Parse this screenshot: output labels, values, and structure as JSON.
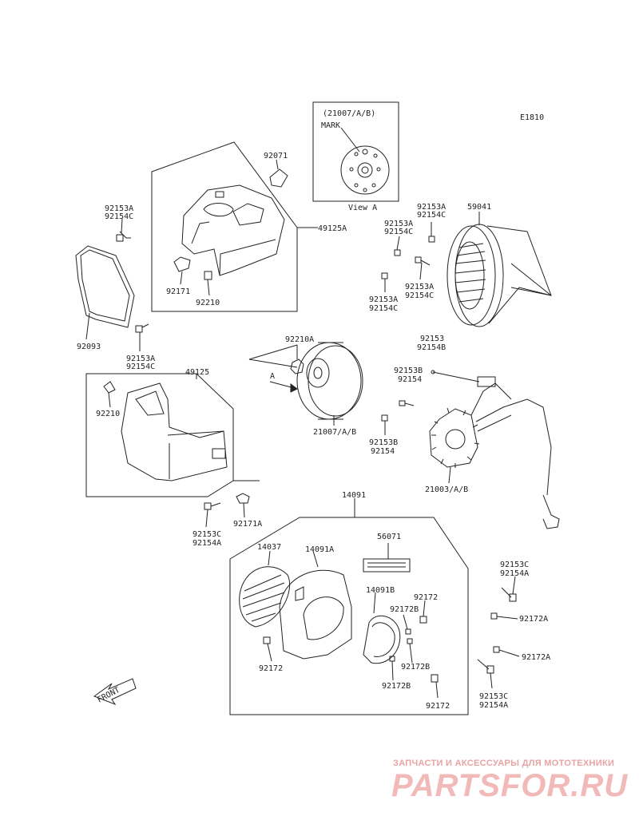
{
  "diagram": {
    "code": "E1810",
    "view": {
      "ref": "(21007/A/B)",
      "mark": "MARK",
      "caption": "View A",
      "arrow": "A"
    },
    "callouts": {
      "p92071": "92071",
      "p49125A": "49125A",
      "p92153A_l1": "92153A",
      "p92154C_l1": "92154C",
      "p92171": "92171",
      "p92210_t": "92210",
      "p92093": "92093",
      "p92153A_l2": "92153A",
      "p92154C_l2": "92154C",
      "p49125": "49125",
      "p92210_b": "92210",
      "p92153C_l": "92153C",
      "p92154A_l": "92154A",
      "p92171A": "92171A",
      "p92210A": "92210A",
      "p21007": "21007/A/B",
      "p92153A_r1": "92153A",
      "p92154C_r1": "92154C",
      "p92153A_r2": "92153A",
      "p92154C_r2": "92154C",
      "p59041": "59041",
      "p92153A_r3": "92153A",
      "p92154C_r3": "92154C",
      "p92153A_r4": "92153A",
      "p92154C_r4": "92154C",
      "p92153": "92153",
      "p92154B": "92154B",
      "p92153B_1": "92153B",
      "p92154_1": "92154",
      "p92153B_2": "92153B",
      "p92154_2": "92154",
      "p21003": "21003/A/B",
      "p14091": "14091",
      "p56071": "56071",
      "p14037": "14037",
      "p14091A": "14091A",
      "p14091B": "14091B",
      "p92172_a": "92172",
      "p92172B_a": "92172B",
      "p92172B_b": "92172B",
      "p92172B_c": "92172B",
      "p92172_b": "92172",
      "p92172_c": "92172",
      "p92153C_r1": "92153C",
      "p92154A_r1": "92154A",
      "p92172A_1": "92172A",
      "p92172A_2": "92172A",
      "p92153C_r2": "92153C",
      "p92154A_r2": "92154A"
    },
    "front_arrow": "FRONT"
  },
  "watermark": {
    "tagline": "ЗАПЧАСТИ И АКСЕССУАРЫ ДЛЯ МОТОТЕХНИКИ",
    "logo": "PARTSFOR.RU"
  }
}
